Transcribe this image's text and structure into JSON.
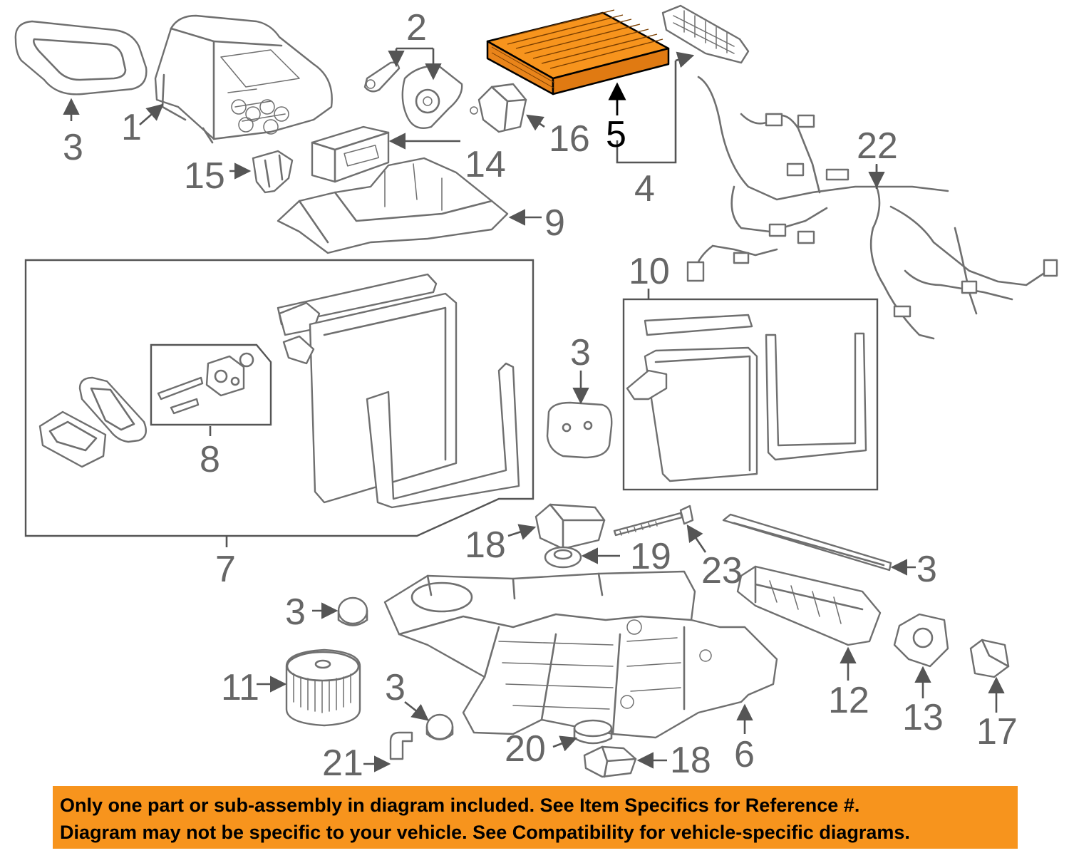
{
  "highlight_color": "#f7941d",
  "banner": {
    "background": "#f7941d",
    "line1": "Only one part or sub-assembly in diagram included. See Item Specifics for Reference #.",
    "line2": "Diagram may not be specific to your vehicle. See Compatibility for vehicle-specific diagrams."
  },
  "callouts": {
    "c1": "1",
    "c2": "2",
    "c3a": "3",
    "c3b": "3",
    "c3c": "3",
    "c3d": "3",
    "c3e": "3",
    "c4": "4",
    "c5": "5",
    "c6": "6",
    "c7": "7",
    "c8": "8",
    "c9": "9",
    "c10": "10",
    "c11": "11",
    "c12": "12",
    "c13": "13",
    "c14": "14",
    "c15": "15",
    "c16": "16",
    "c17": "17",
    "c18a": "18",
    "c18b": "18",
    "c19": "19",
    "c20": "20",
    "c21": "21",
    "c22": "22",
    "c23": "23"
  }
}
